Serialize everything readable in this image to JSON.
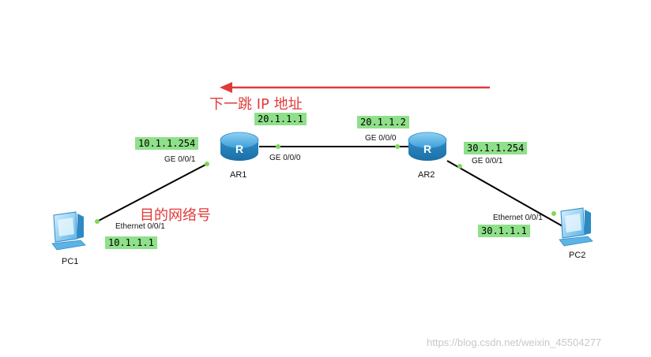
{
  "devices": {
    "pc1": {
      "name": "PC1"
    },
    "ar1": {
      "name": "AR1"
    },
    "ar2": {
      "name": "AR2"
    },
    "pc2": {
      "name": "PC2"
    }
  },
  "ports": {
    "pc1_eth": "Ethernet 0/0/1",
    "ar1_ge001": "GE 0/0/1",
    "ar1_ge000": "GE 0/0/0",
    "ar2_ge000": "GE 0/0/0",
    "ar2_ge001": "GE 0/0/1",
    "pc2_eth": "Ethernet 0/0/1"
  },
  "addresses": {
    "pc1": "10.1.1.1",
    "ar1_ge001": "10.1.1.254",
    "ar1_ge000": "20.1.1.1",
    "ar2_ge000": "20.1.1.2",
    "ar2_ge001": "30.1.1.254",
    "pc2": "30.1.1.1"
  },
  "annotations": {
    "next_hop": "下一跳 IP 地址",
    "destination_network": "目的网络号"
  },
  "colors": {
    "address_label_bg": "#8fe08a",
    "annotation_red": "#e03a3a",
    "port_dot": "#7ed957",
    "router_body": "#3d9fd8",
    "pc_body": "#5bb3e6"
  },
  "watermark": "https://blog.csdn.net/weixin_45504277"
}
